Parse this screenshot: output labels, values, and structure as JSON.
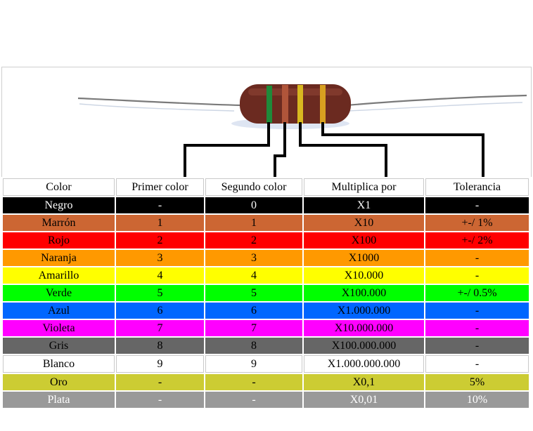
{
  "headers": [
    "Color",
    "Primer color",
    "Segundo color",
    "Multiplica por",
    "Tolerancia"
  ],
  "rows": [
    {
      "color": "Negro",
      "first": "-",
      "second": "0",
      "multiplier": "X1",
      "tolerance": "-",
      "bg": "#000000",
      "fg": "#ffffff"
    },
    {
      "color": "Marrón",
      "first": "1",
      "second": "1",
      "multiplier": "X10",
      "tolerance": "+-/ 1%",
      "bg": "#cc6633",
      "fg": "#000000"
    },
    {
      "color": "Rojo",
      "first": "2",
      "second": "2",
      "multiplier": "X100",
      "tolerance": "+-/ 2%",
      "bg": "#ff0000",
      "fg": "#000000"
    },
    {
      "color": "Naranja",
      "first": "3",
      "second": "3",
      "multiplier": "X1000",
      "tolerance": "-",
      "bg": "#ff9900",
      "fg": "#000000"
    },
    {
      "color": "Amarillo",
      "first": "4",
      "second": "4",
      "multiplier": "X10.000",
      "tolerance": "-",
      "bg": "#ffff00",
      "fg": "#000000"
    },
    {
      "color": "Verde",
      "first": "5",
      "second": "5",
      "multiplier": "X100.000",
      "tolerance": "+-/ 0.5%",
      "bg": "#00ff00",
      "fg": "#000000"
    },
    {
      "color": "Azul",
      "first": "6",
      "second": "6",
      "multiplier": "X1.000.000",
      "tolerance": "-",
      "bg": "#0066ff",
      "fg": "#000000"
    },
    {
      "color": "Violeta",
      "first": "7",
      "second": "7",
      "multiplier": "X10.000.000",
      "tolerance": "-",
      "bg": "#ff00ff",
      "fg": "#000000"
    },
    {
      "color": "Gris",
      "first": "8",
      "second": "8",
      "multiplier": "X100.000.000",
      "tolerance": "-",
      "bg": "#666666",
      "fg": "#000000"
    },
    {
      "color": "Blanco",
      "first": "9",
      "second": "9",
      "multiplier": "X1.000.000.000",
      "tolerance": "-",
      "bg": "#ffffff",
      "fg": "#000000"
    },
    {
      "color": "Oro",
      "first": "-",
      "second": "-",
      "multiplier": "X0,1",
      "tolerance": "5%",
      "bg": "#cccc33",
      "fg": "#000000"
    },
    {
      "color": "Plata",
      "first": "-",
      "second": "-",
      "multiplier": "X0,01",
      "tolerance": "10%",
      "bg": "#999999",
      "fg": "#ffffff"
    }
  ],
  "resistor": {
    "body_color": "#6b2a20",
    "band_colors": [
      "#1f8a3a",
      "#b0553a",
      "#d8b820",
      "#d8a020"
    ],
    "lead_color": "#7a7a7a",
    "callout_line_color": "#000000"
  }
}
